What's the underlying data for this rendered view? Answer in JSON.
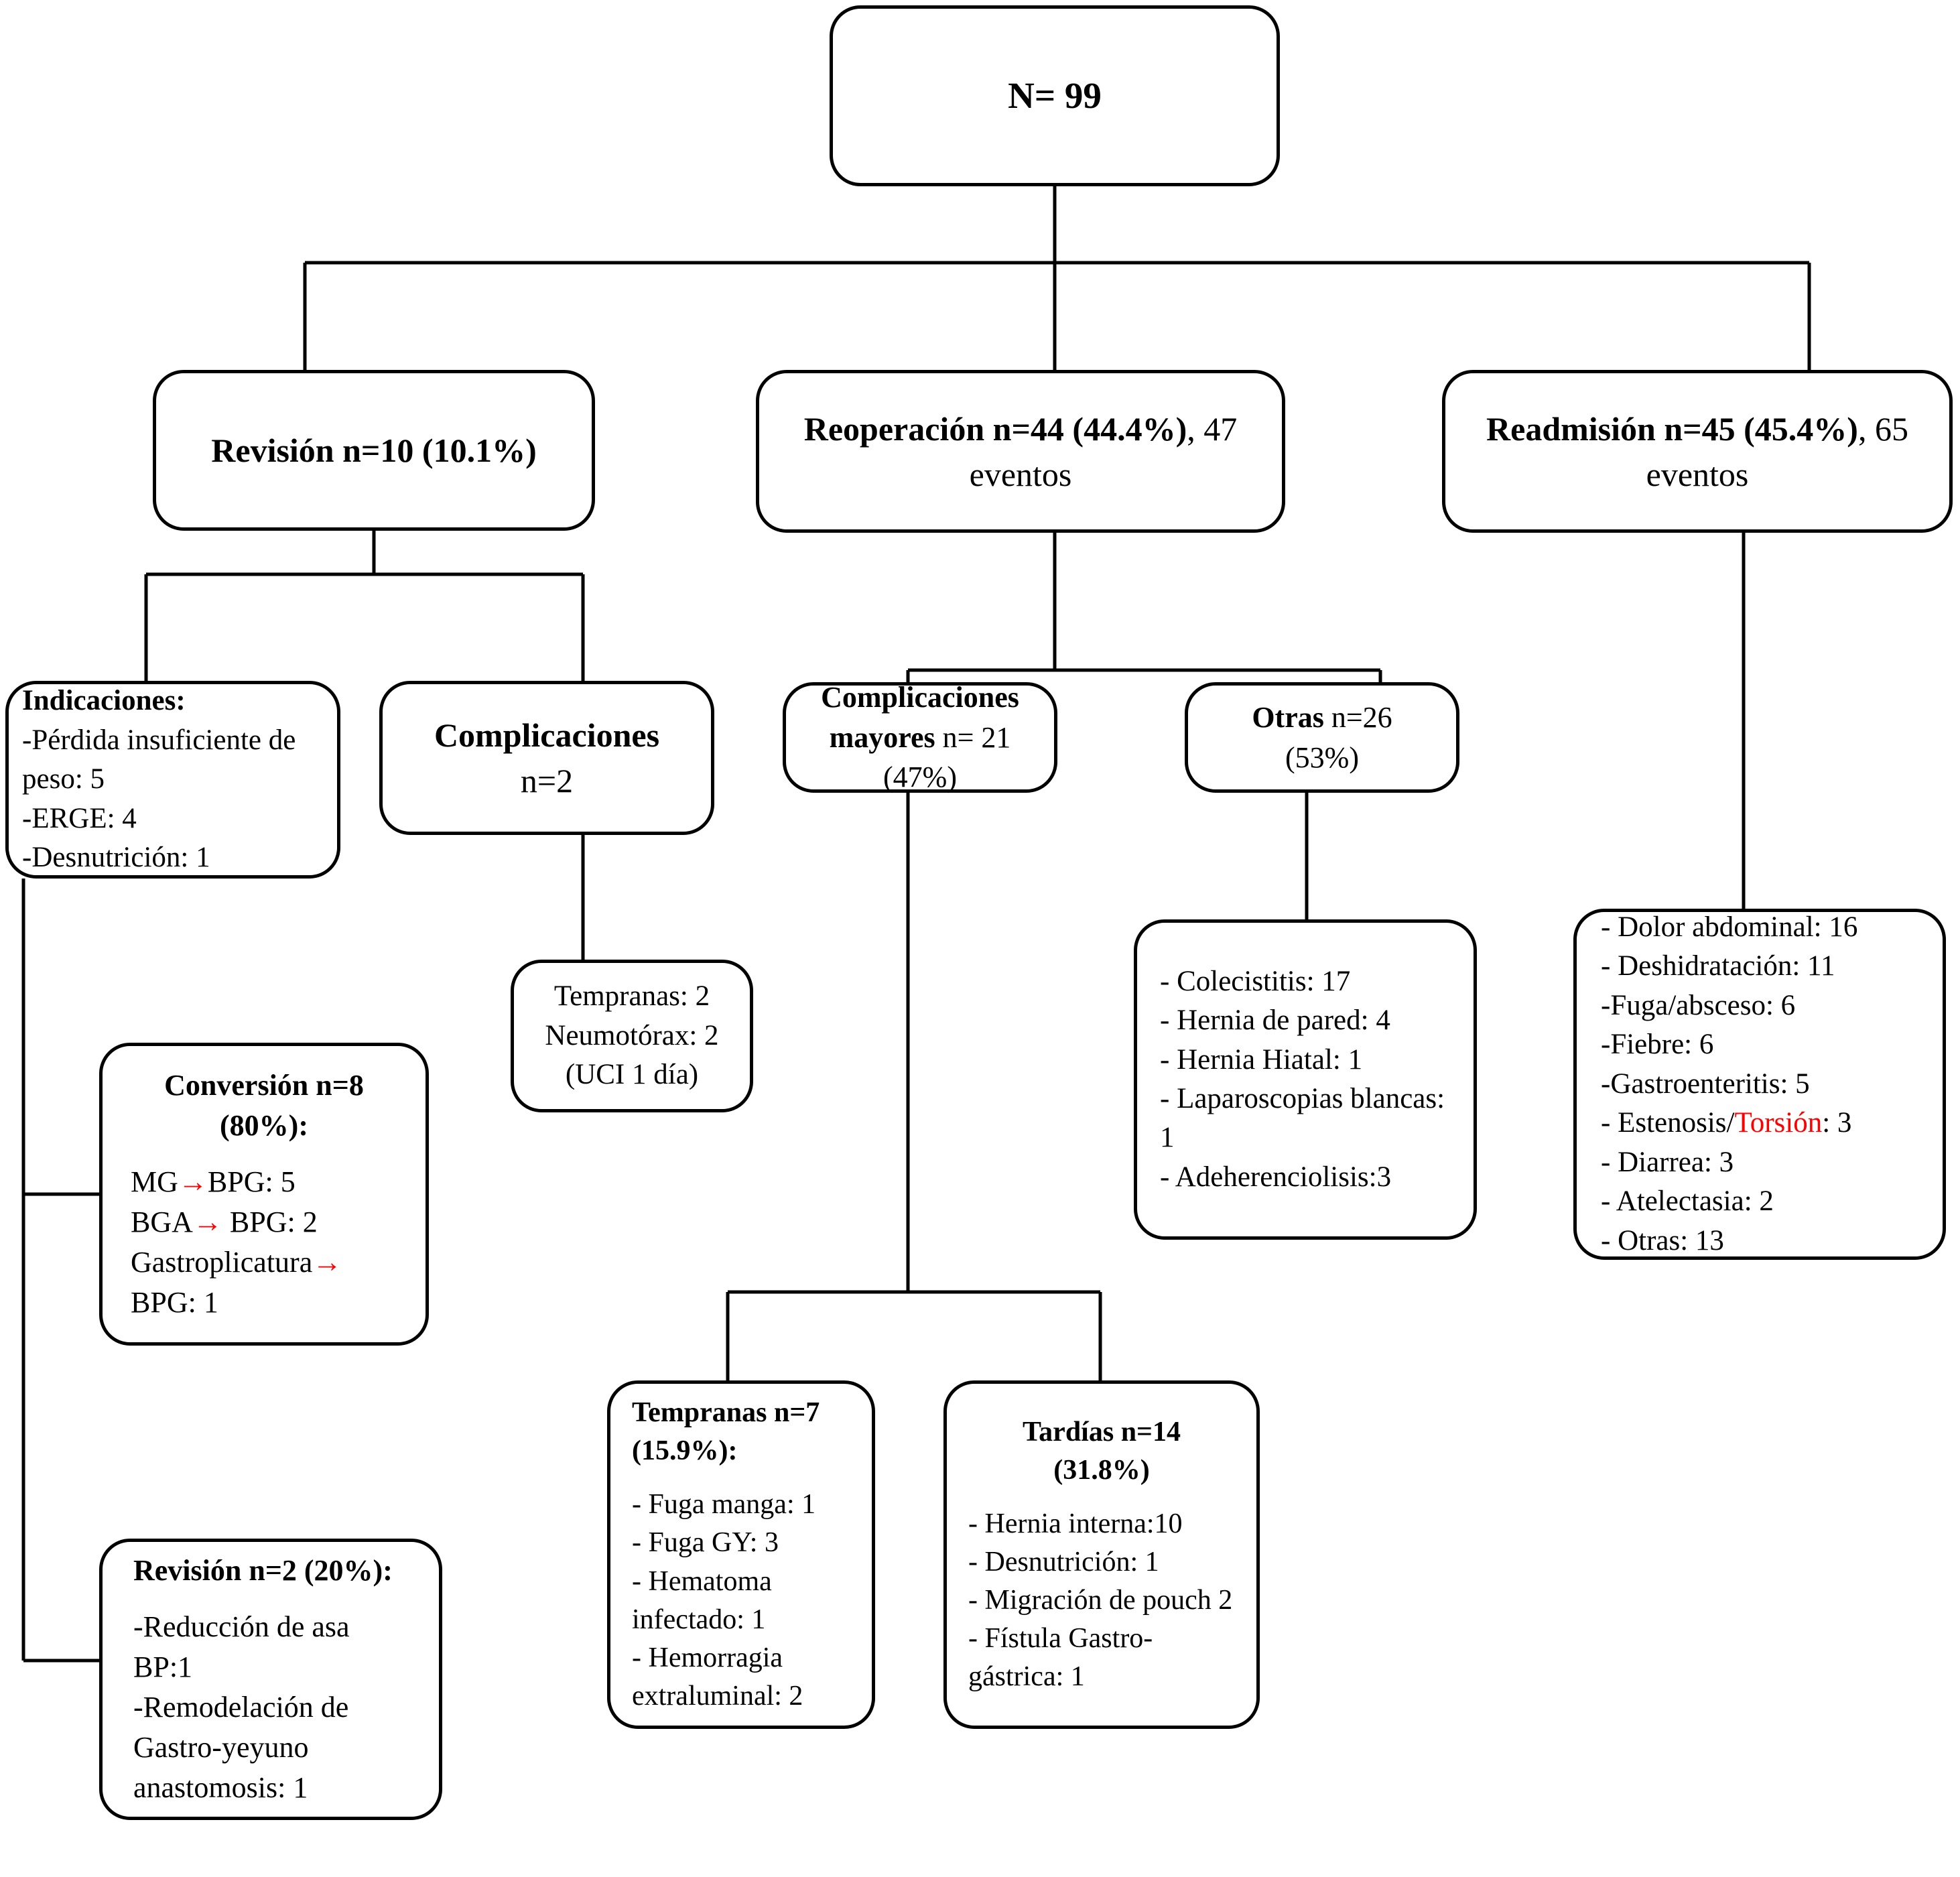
{
  "diagram": {
    "type": "flowchart",
    "title": "N= 99",
    "accent_red": "#ff0000",
    "line_color": "#000000"
  },
  "root": {
    "label": "N= 99"
  },
  "level2": {
    "revision": {
      "label": "Revisión n=10 (10.1%)"
    },
    "reoperacion": {
      "bold": "Reoperación n=44 (44.4%)",
      "rest": ", 47",
      "line2": "eventos"
    },
    "readmision": {
      "bold": "Readmisión n=45 (45.4%)",
      "rest": ", 65",
      "line2": "eventos"
    }
  },
  "revision_branch": {
    "indicaciones": {
      "title": "Indicaciones:",
      "items": [
        "-Pérdida insuficiente de peso: 5",
        "-ERGE: 4",
        "-Desnutrición: 1"
      ]
    },
    "complicaciones": {
      "title": "Complicaciones",
      "count": "n=2"
    },
    "complicaciones_detalle": {
      "lines": [
        "Tempranas: 2",
        "Neumotórax: 2",
        "(UCI 1 día)"
      ]
    },
    "conversion": {
      "title_line1": "Conversión n=8",
      "title_line2": "(80%):",
      "items": [
        {
          "from": "MG",
          "arrow": "→",
          "to": "BPG: 5"
        },
        {
          "from": "BGA",
          "arrow": "→",
          "to": " BPG: 2"
        },
        {
          "from": "Gastroplicatura",
          "arrow": "→",
          "to": "BPG: 1"
        }
      ]
    },
    "revision2": {
      "title": "Revisión n=2 (20%):",
      "items": [
        "-Reducción de asa BP:1",
        "-Remodelación de Gastro-yeyuno anastomosis: 1"
      ]
    }
  },
  "reoperacion_branch": {
    "complicaciones_mayores": {
      "bold": "Complicaciones mayores",
      "rest": "n= 21",
      "line2": "(47%)"
    },
    "otras": {
      "bold": "Otras",
      "rest": "n=26",
      "line2": "(53%)"
    },
    "otras_detalle": {
      "items": [
        "- Colecistitis: 17",
        "- Hernia de pared: 4",
        "- Hernia Hiatal: 1",
        "- Laparoscopias blancas: 1",
        "- Adeherenciolisis:3"
      ]
    },
    "tempranas": {
      "title_line1": "Tempranas n=7",
      "title_line2": "(15.9%):",
      "items": [
        "- Fuga manga: 1",
        "- Fuga GY: 3",
        "- Hematoma infectado: 1",
        "- Hemorragia extraluminal: 2"
      ]
    },
    "tardias": {
      "title_line1": "Tardías n=14",
      "title_line2": "(31.8%)",
      "items": [
        "- Hernia interna:10",
        "- Desnutrición: 1",
        "- Migración de pouch 2",
        "- Fístula Gastro-gástrica: 1"
      ]
    }
  },
  "readmision_branch": {
    "detalle": {
      "items": [
        {
          "text": "- Dolor abdominal: 16"
        },
        {
          "text": "- Deshidratación: 11"
        },
        {
          "text": " -Fuga/absceso:  6"
        },
        {
          "text": " -Fiebre: 6"
        },
        {
          "text": " -Gastroenteritis: 5"
        },
        {
          "pre": "- Estenosis/",
          "highlight": "Torsión",
          "post": ": 3"
        },
        {
          "text": "- Diarrea: 3"
        },
        {
          "text": "- Atelectasia: 2"
        },
        {
          "text": "- Otras: 13"
        }
      ]
    }
  },
  "chart_data": {
    "type": "table",
    "title": "Flujo de resultados quirúrgicos (N= 99)",
    "categories": [
      "Revisión",
      "Reoperación",
      "Readmisión"
    ],
    "values": [
      10,
      44,
      45
    ],
    "percent": [
      10.1,
      44.4,
      45.4
    ],
    "events": [
      null,
      47,
      65
    ]
  }
}
